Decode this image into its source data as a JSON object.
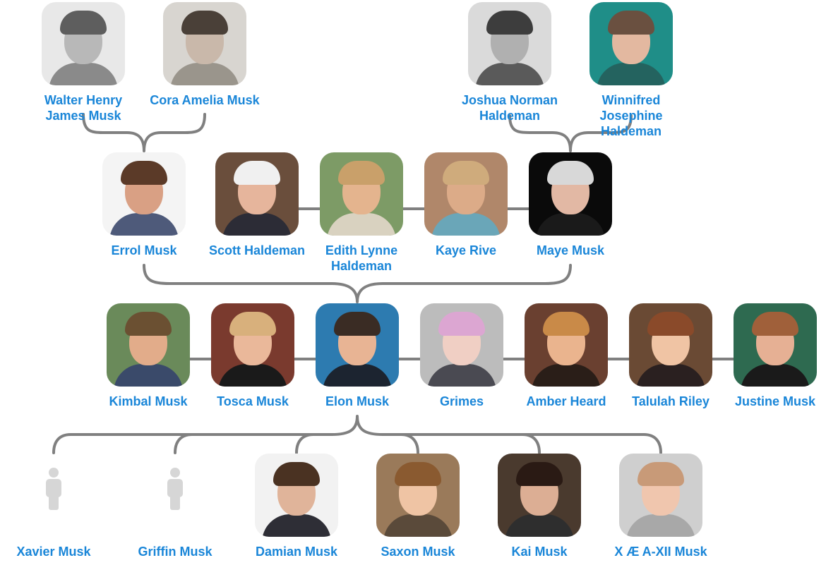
{
  "colors": {
    "line": "#808080",
    "name": "#1a86d8",
    "placeholder": "#d6d6d6"
  },
  "people": {
    "walter": {
      "name": "Walter Henry James Musk",
      "photo": "person-photo",
      "palette": [
        "#e8e8e8",
        "#b8b8b8",
        "#5e5e5e",
        "#8a8a8a"
      ]
    },
    "cora": {
      "name": "Cora Amelia Musk",
      "photo": "person-photo",
      "palette": [
        "#d8d5d0",
        "#c9b8aa",
        "#4a4038",
        "#9a958c"
      ]
    },
    "joshua": {
      "name": "Joshua Norman Haldeman",
      "photo": "person-photo",
      "palette": [
        "#dadada",
        "#b0b0b0",
        "#3d3d3d",
        "#5a5a5a"
      ]
    },
    "winnifred": {
      "name": "Winnifred Josephine Haldeman",
      "photo": "person-photo",
      "palette": [
        "#1f8e88",
        "#e3b8a0",
        "#6a5040",
        "#24635f"
      ]
    },
    "errol": {
      "name": "Errol Musk",
      "photo": "person-photo",
      "palette": [
        "#f4f4f4",
        "#d9a084",
        "#5b3a28",
        "#4e5a7a"
      ]
    },
    "scott": {
      "name": "Scott Haldeman",
      "photo": "person-photo",
      "palette": [
        "#6a4e3c",
        "#e6b59c",
        "#f0f0f0",
        "#2c2c36"
      ]
    },
    "edith": {
      "name": "Edith Lynne Haldeman",
      "photo": "person-photo",
      "palette": [
        "#7d9b66",
        "#e4b48e",
        "#c9a06a",
        "#d9d2c0"
      ]
    },
    "kaye": {
      "name": "Kaye Rive",
      "photo": "person-photo",
      "palette": [
        "#b0876a",
        "#dcab88",
        "#cfab7c",
        "#6aa6b8"
      ]
    },
    "maye": {
      "name": "Maye Musk",
      "photo": "person-photo",
      "palette": [
        "#0a0a0a",
        "#e2b8a4",
        "#d8d8d8",
        "#1a1a1a"
      ]
    },
    "kimbal": {
      "name": "Kimbal Musk",
      "photo": "person-photo",
      "palette": [
        "#6a8a5a",
        "#e2ac8a",
        "#6b5032",
        "#3a4a6a"
      ]
    },
    "tosca": {
      "name": "Tosca Musk",
      "photo": "person-photo",
      "palette": [
        "#7a3a2e",
        "#eab89a",
        "#d8b07c",
        "#1a1a1a"
      ]
    },
    "elon": {
      "name": "Elon Musk",
      "photo": "person-photo",
      "palette": [
        "#2d7bb0",
        "#e8b494",
        "#3a2c24",
        "#1c2430"
      ]
    },
    "grimes": {
      "name": "Grimes",
      "photo": "person-photo",
      "palette": [
        "#bcbcbc",
        "#f0cfc4",
        "#dca6d2",
        "#4a4a52"
      ]
    },
    "amber": {
      "name": "Amber Heard",
      "photo": "person-photo",
      "palette": [
        "#6a4030",
        "#eab48e",
        "#c98a48",
        "#2a1e18"
      ]
    },
    "talulah": {
      "name": "Talulah Riley",
      "photo": "person-photo",
      "palette": [
        "#6a4a34",
        "#f0c4a4",
        "#8a4a2a",
        "#2a2020"
      ]
    },
    "justine": {
      "name": "Justine Musk",
      "photo": "person-photo",
      "palette": [
        "#2e6a50",
        "#e6b094",
        "#a0603a",
        "#1a1a1a"
      ]
    },
    "xavier": {
      "name": "Xavier Musk",
      "photo": "person-placeholder-icon"
    },
    "griffin": {
      "name": "Griffin Musk",
      "photo": "person-placeholder-icon"
    },
    "damian": {
      "name": "Damian Musk",
      "photo": "person-photo",
      "palette": [
        "#f2f2f2",
        "#e0b49a",
        "#4a3222",
        "#2e2e36"
      ]
    },
    "saxon": {
      "name": "Saxon Musk",
      "photo": "person-photo",
      "palette": [
        "#9a7a5a",
        "#efc4a4",
        "#8a5a30",
        "#5a4a3a"
      ]
    },
    "kai": {
      "name": "Kai Musk",
      "photo": "person-photo",
      "palette": [
        "#4a3a2e",
        "#dcae94",
        "#2a1a14",
        "#2e2e2e"
      ]
    },
    "x": {
      "name": "X Æ A-XII Musk",
      "photo": "person-photo",
      "palette": [
        "#cfcfcf",
        "#f0c6ae",
        "#c89a78",
        "#a8a8a8"
      ]
    }
  }
}
